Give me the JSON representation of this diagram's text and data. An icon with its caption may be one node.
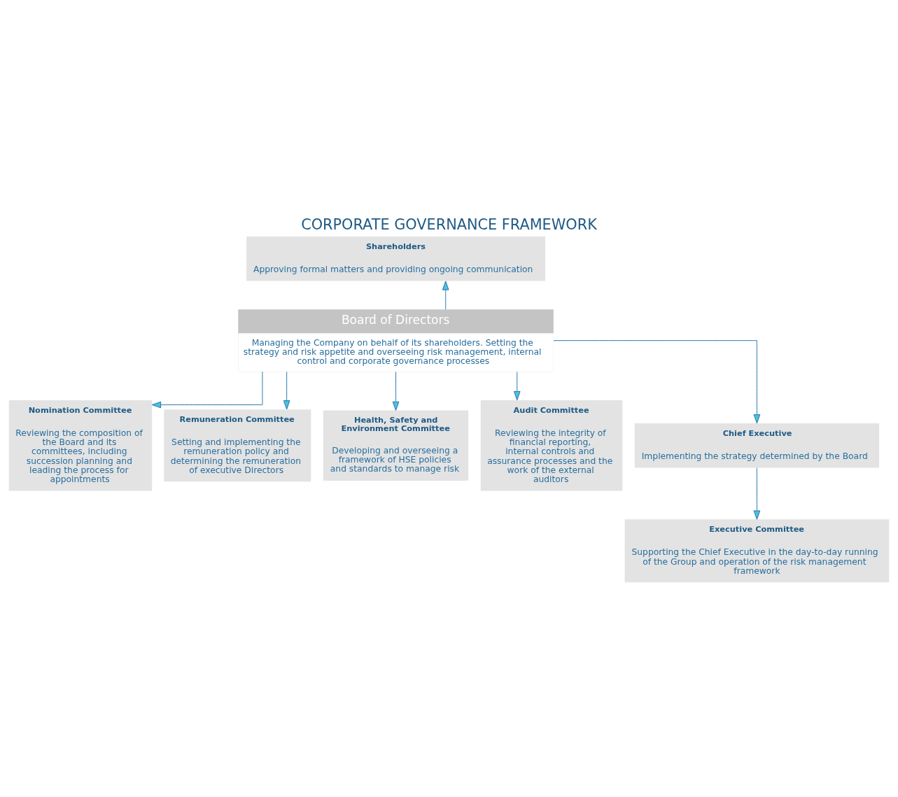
{
  "diagram": {
    "title": "CORPORATE GOVERNANCE FRAMEWORK",
    "nodes": [
      {
        "text": [
          "Shareholders",
          "Approving formal matters and providing ongoing communication"
        ]
      },
      {
        "text": [
          "Board of Directors",
          "Managing the Company on behalf of its shareholders. Setting the strategy and risk appetite and overseeing risk management, internal control and corporate governance processes"
        ]
      },
      {
        "text": [
          "Nomination Committee",
          "Reviewing the composition of the Board and its committees, including succession planning and leading the process for appointments"
        ]
      },
      {
        "text": [
          "Remuneration Committee",
          "Setting and implementing the remuneration policy and determining the remuneration of executive Directors"
        ]
      },
      {
        "text": [
          "Health, Safety and Environment Committee",
          "Developing and overseeing a framework of HSE policies and standards to manage risk"
        ]
      },
      {
        "text": [
          "Audit Committee",
          "Reviewing the integrity of financial reporting, internal controls and assurance processes and the work of the external auditors"
        ]
      },
      {
        "text": [
          "Chief Executive",
          "Implementing the strategy determined by the Board"
        ]
      },
      {
        "text": [
          "Executive Committee",
          "Supporting the Chief Executive in the day-to-day running of the Group and operation of the risk management framework"
        ]
      }
    ],
    "edges": [
      {
        "from": 1,
        "to": 0,
        "arrow": "to"
      },
      {
        "from": 1,
        "to": 2,
        "arrow": "to"
      },
      {
        "from": 1,
        "to": 3,
        "arrow": "to"
      },
      {
        "from": 1,
        "to": 4,
        "arrow": "to"
      },
      {
        "from": 1,
        "to": 5,
        "arrow": "to"
      },
      {
        "from": 1,
        "to": 6,
        "arrow": "to"
      },
      {
        "from": 6,
        "to": 7,
        "arrow": "to"
      }
    ]
  }
}
